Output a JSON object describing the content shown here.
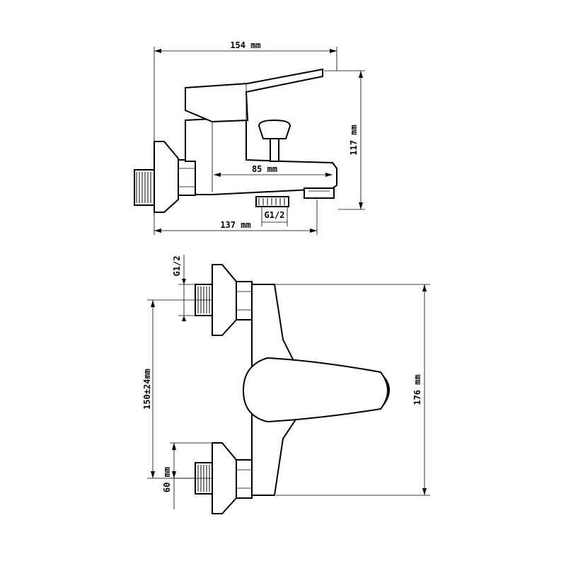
{
  "side_view": {
    "dim_total_width": "154 mm",
    "dim_spout_length": "85 mm",
    "dim_height": "117 mm",
    "dim_outlet_thread": "G1/2",
    "dim_wall_to_outlet": "137 mm"
  },
  "top_view": {
    "dim_inlet_thread": "G1/2",
    "dim_center_distance": "150±24mm",
    "dim_total_height": "176 mm",
    "dim_inlet_offset": "60 mm"
  }
}
